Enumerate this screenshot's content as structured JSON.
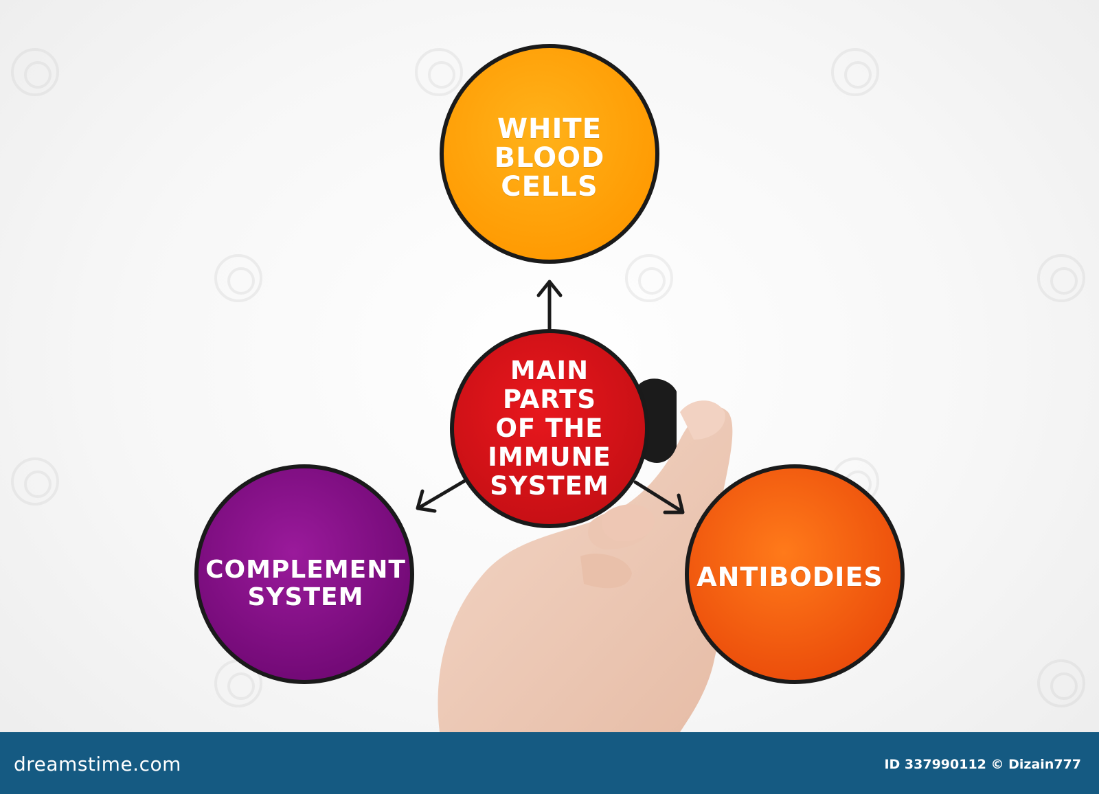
{
  "diagram": {
    "center": {
      "label": "MAIN\nPARTS\nOF THE\nIMMUNE\nSYSTEM",
      "color": "#d7141a"
    },
    "nodes": [
      {
        "id": "white-blood-cells",
        "label": "WHITE\nBLOOD\nCELLS",
        "color": "#ffa500"
      },
      {
        "id": "complement-system",
        "label": "COMPLEMENT\nSYSTEM",
        "color": "#8a0f8c"
      },
      {
        "id": "antibodies",
        "label": "ANTIBODIES",
        "color": "#f05a0e"
      }
    ],
    "outline_color": "#1a1a1a"
  },
  "footer": {
    "brand": "dreamstime.com",
    "credit": "ID 337990112 © Dizain777",
    "background": "#155a82"
  }
}
